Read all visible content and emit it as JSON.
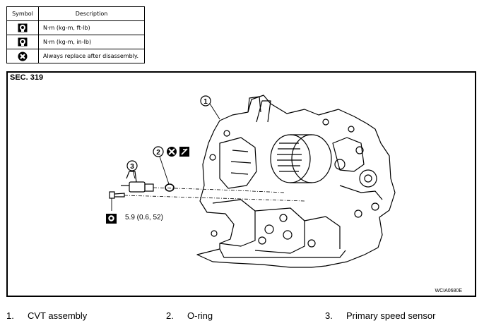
{
  "legend": {
    "header_symbol": "Symbol",
    "header_description": "Description",
    "rows": [
      {
        "icon": "torque-wrench-icon",
        "description": "N·m (kg-m, ft-lb)"
      },
      {
        "icon": "torque-wrench-icon",
        "description": "N·m (kg-m, in-lb)"
      },
      {
        "icon": "always-replace-icon",
        "description": "Always replace after disassembly."
      }
    ]
  },
  "figure": {
    "section": "SEC. 319",
    "code": "WCIA0680E",
    "callouts": [
      "1",
      "2",
      "3"
    ],
    "torque_spec": "5.9 (0.6, 52)"
  },
  "parts": [
    {
      "number": "1.",
      "name": "CVT assembly"
    },
    {
      "number": "2.",
      "name": "O-ring"
    },
    {
      "number": "3.",
      "name": "Primary speed sensor"
    }
  ]
}
